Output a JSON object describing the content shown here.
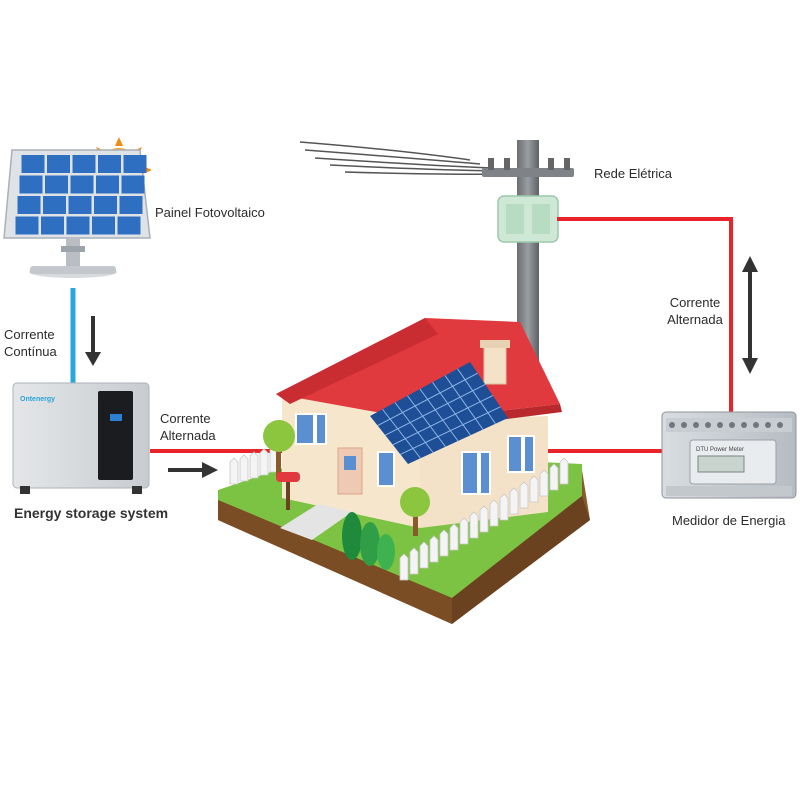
{
  "labels": {
    "panel": "Painel Fotovoltaico",
    "dc_current": "Corrente\nContínua",
    "ac_current_left": "Corrente\nAlternada",
    "grid": "Rede Elétrica",
    "ac_current_right": "Corrente\nAlternada",
    "meter": "Medidor de Energia",
    "storage": "Energy storage system"
  },
  "device_text": {
    "brand": "Ontenergy",
    "meter_brand": "DTU Power Meter"
  },
  "colors": {
    "dc_line": "#29a8df",
    "ac_line": "#e8232a",
    "arrow": "#333333",
    "roof": "#e0393e",
    "grass": "#7cc243",
    "soil": "#8b5a2b",
    "panel_cell": "#2f6fc1",
    "sun": "#f7a11a"
  }
}
